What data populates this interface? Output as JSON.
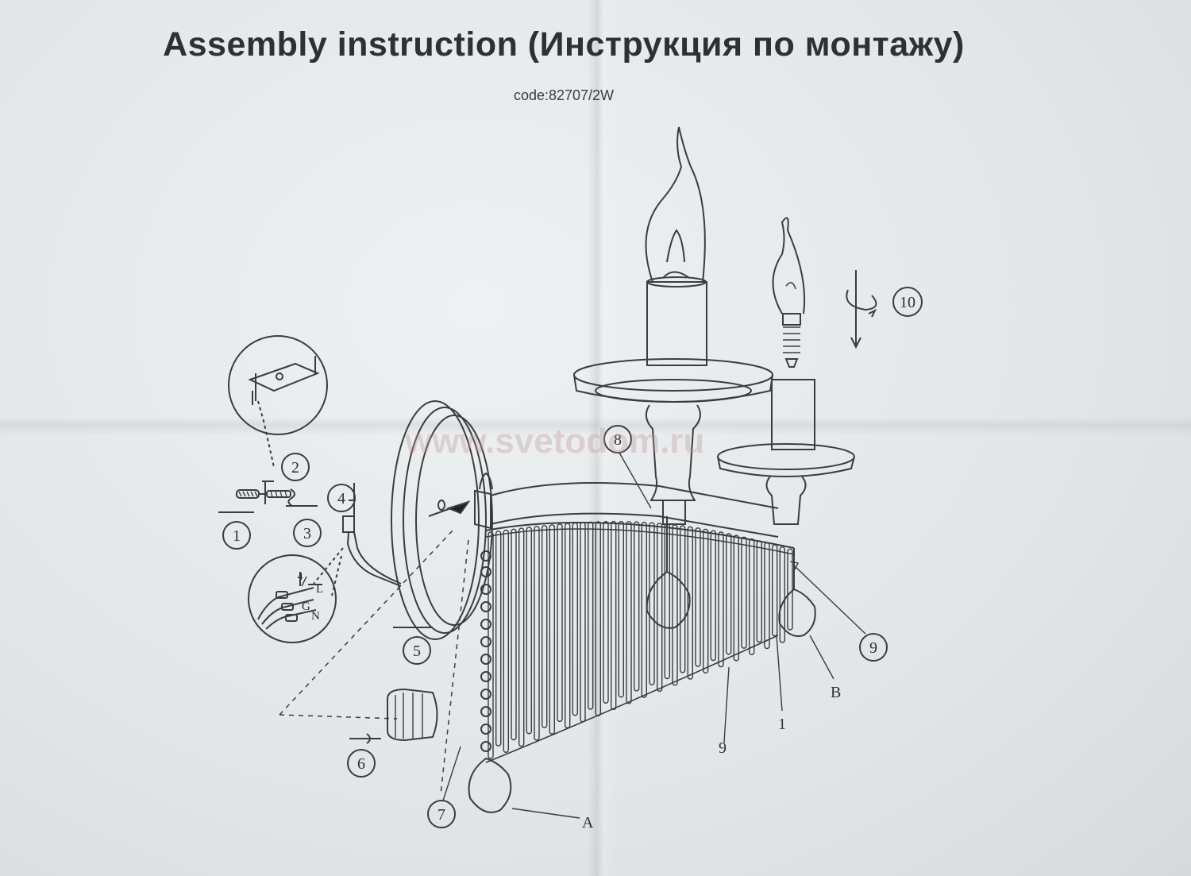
{
  "document": {
    "title": "Assembly instruction  (Инструкция по монтажу)",
    "code": "code:82707/2W",
    "watermark": "www.svetodom.ru"
  },
  "callouts": {
    "step_1": "1",
    "step_2": "2",
    "step_3": "3",
    "step_4": "4",
    "step_4_detail": "4",
    "step_5": "5",
    "step_6": "6",
    "step_7": "7",
    "step_8": "8",
    "step_9": "9",
    "step_10": "10"
  },
  "part_labels": {
    "part_a": "A",
    "part_b": "B",
    "part_1": "1",
    "part_9": "9"
  },
  "wire_labels": {
    "live": "L",
    "ground": "G",
    "neutral": "N"
  }
}
